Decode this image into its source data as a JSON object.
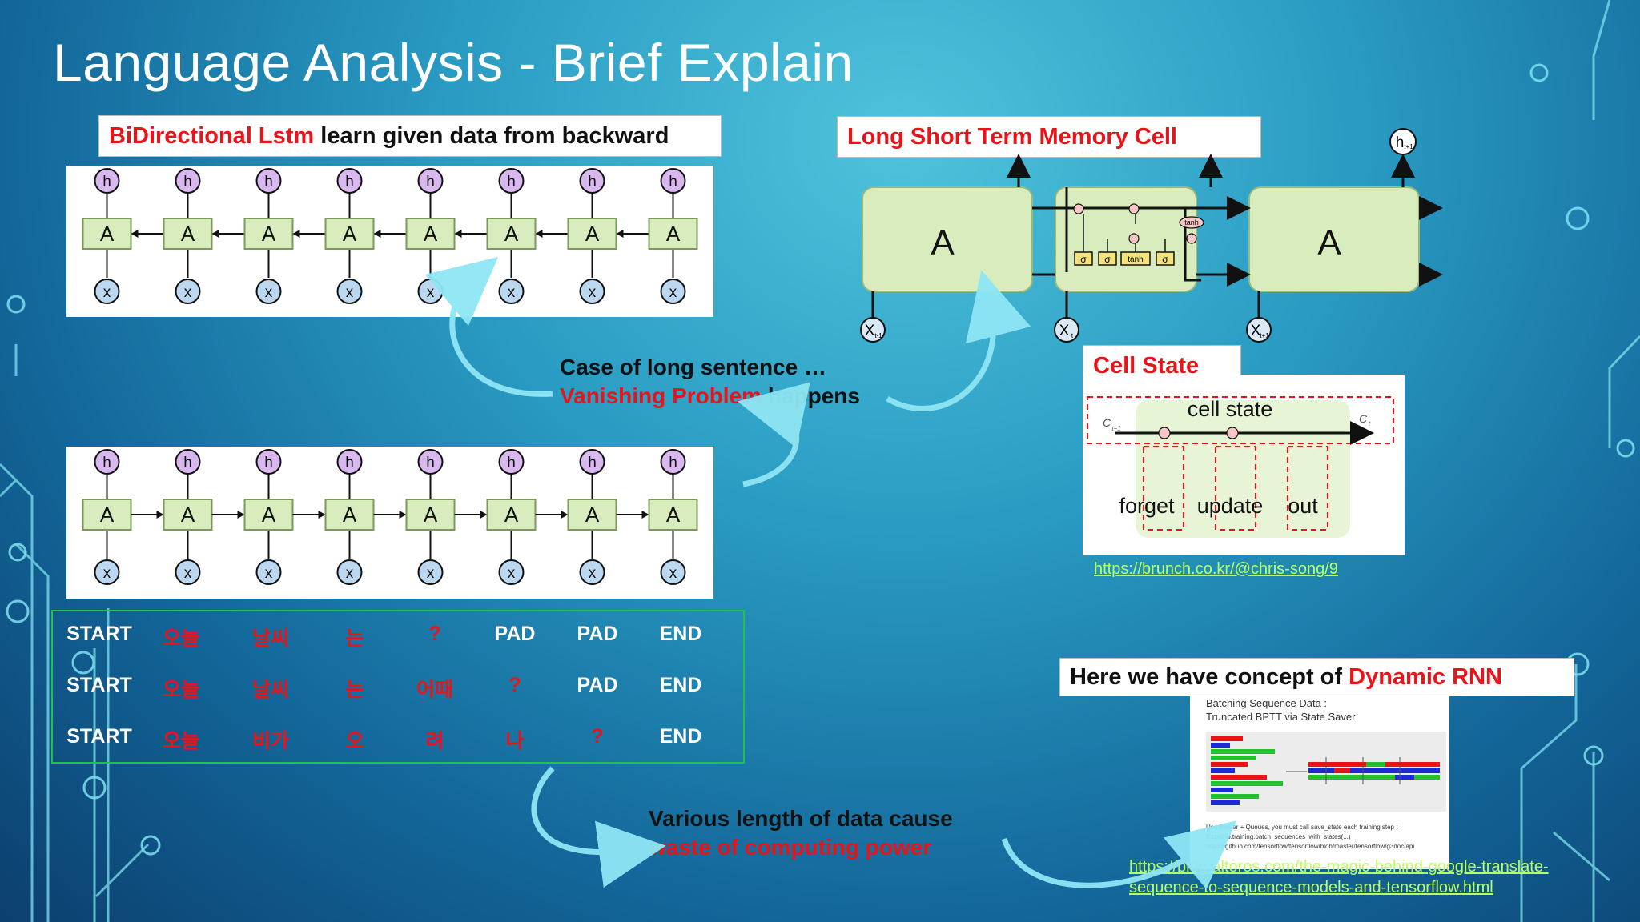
{
  "slide": {
    "title": "Language Analysis - Brief Explain"
  },
  "bidirectional": {
    "label_red": "BiDirectional Lstm",
    "label_rest": " learn given data from backward",
    "cell_label": "A",
    "output_label": "h",
    "input_label": "x",
    "cells": 8
  },
  "forward_rnn": {
    "cell_label": "A",
    "output_label": "h",
    "input_label": "x",
    "cells": 8
  },
  "lstm": {
    "label": "Long Short Term Memory Cell",
    "block_label": "A",
    "inputs": [
      "X",
      "X",
      "X"
    ],
    "input_subs": [
      "t-1",
      "t",
      "t+1"
    ],
    "output_label": "h",
    "output_sub": "t+1",
    "gates": [
      "σ",
      "σ",
      "tanh",
      "σ"
    ],
    "tanh_label": "tanh"
  },
  "callout1": {
    "line1": "Case of long sentence …",
    "line2_red": "Vanishing Problem",
    "line2_rest": " happens"
  },
  "cell_state": {
    "label": "Cell State",
    "top_text": "cell state",
    "ct_prev": "C",
    "ct_prev_sub": "t−1",
    "ct": "C",
    "ct_sub": "t",
    "gates": [
      "forget",
      "update",
      "out"
    ],
    "link": "https://brunch.co.kr/@chris-song/9"
  },
  "table": {
    "rows": [
      [
        "START",
        "오늘",
        "날씨",
        "는",
        "?",
        "PAD",
        "PAD",
        "END"
      ],
      [
        "START",
        "오늘",
        "날씨",
        "는",
        "어때",
        "?",
        "PAD",
        "END"
      ],
      [
        "START",
        "오늘",
        "비가",
        "오",
        "려",
        "나",
        "?",
        "END"
      ]
    ],
    "red_cells": [
      [
        false,
        true,
        true,
        true,
        true,
        false,
        false,
        false
      ],
      [
        false,
        true,
        true,
        true,
        true,
        true,
        false,
        false
      ],
      [
        false,
        true,
        true,
        true,
        true,
        true,
        true,
        false
      ]
    ]
  },
  "callout2": {
    "line1": "Various length of data cause",
    "line2_red": "waste of computing power"
  },
  "dynamic": {
    "label_black": "Here we have concept of ",
    "label_red": "Dynamic RNN",
    "panel_title1": "Batching Sequence Data :",
    "panel_title2": "Truncated BPTT via State Saver",
    "panel_note": "Use Barrier + Queues, you must call save_state each training step :",
    "panel_code": "tf.contrib.training.batch_sequences_with_states(...)",
    "panel_src": "https://github.com/tensorflow/tensorflow/blob/master/tensorflow/g3doc/api",
    "link1": "https://blog.altoros.com/the-magic-behind-google-translate-",
    "link2": "sequence-to-sequence-models-and-tensorflow.html"
  },
  "colors": {
    "accent_red": "#e8141a",
    "cell_green": "#d9ecbe",
    "node_purple": "#d9b8f0",
    "node_blue": "#bcd8f0",
    "arrow_cyan": "#8fe6f4",
    "table_border": "#22c248",
    "link_green": "#b8ff66"
  }
}
